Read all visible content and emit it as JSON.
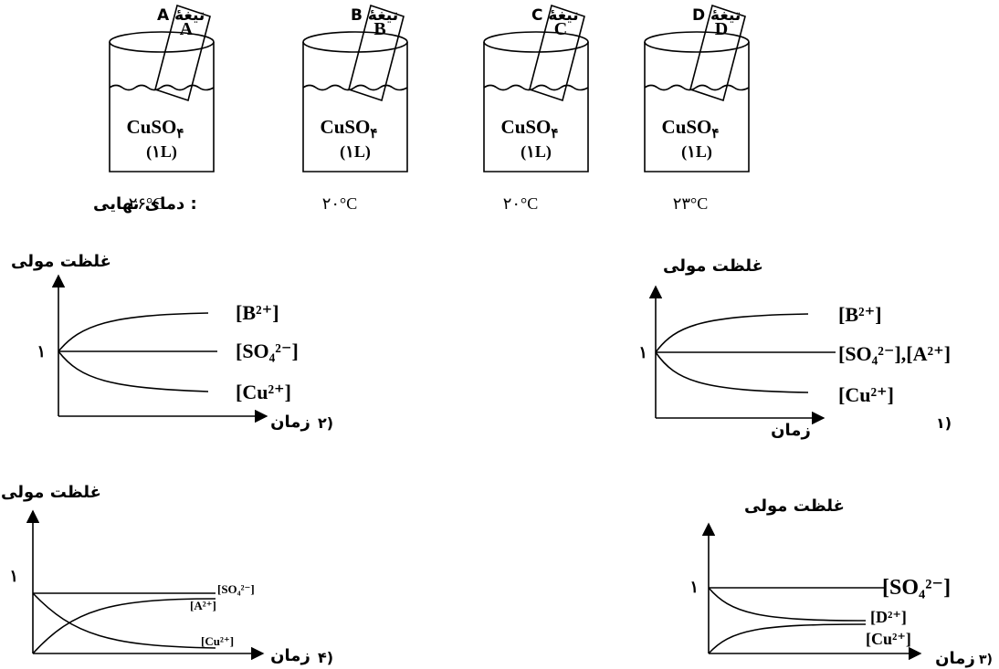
{
  "beakers": [
    {
      "blade_label": "تیغهٔ A",
      "blade_letter": "A",
      "solution": "CuSO",
      "sub": "۴",
      "volume": "(۱L)",
      "final_temp": "۲۶°C"
    },
    {
      "blade_label": "تیغهٔ B",
      "blade_letter": "B",
      "solution": "CuSO",
      "sub": "۴",
      "volume": "(۱L)",
      "final_temp": "۲۰°C"
    },
    {
      "blade_label": "تیغهٔ C",
      "blade_letter": "C",
      "solution": "CuSO",
      "sub": "۴",
      "volume": "(۱L)",
      "final_temp": "۲۰°C"
    },
    {
      "blade_label": "تیغهٔ D",
      "blade_letter": "D",
      "solution": "CuSO",
      "sub": "۴",
      "volume": "(۱L)",
      "final_temp": "۲۳°C"
    }
  ],
  "final_temp_label": ": دمای نهایی",
  "graphs": [
    {
      "number": "۱)",
      "y_label": "غلظت مولی",
      "x_label": "زمان",
      "y_tick": "۱",
      "curves": {
        "top": "[B²⁺]",
        "middle": "[SO₄²⁻],[A²⁺]",
        "bottom": "[Cu²⁺]"
      }
    },
    {
      "number": "۲)",
      "y_label": "غلظت مولی",
      "x_label": "زمان",
      "y_tick": "۱",
      "curves": {
        "top": "[B²⁺]",
        "middle": "[SO₄²⁻]",
        "bottom": "[Cu²⁺]"
      }
    },
    {
      "number": "۳)",
      "y_label": "غلظت مولی",
      "x_label": "زمان",
      "y_tick": "۱",
      "curves": {
        "top": "[SO₄²⁻]",
        "middle": "[D²⁺]",
        "bottom": "[Cu²⁺]"
      }
    },
    {
      "number": "۴)",
      "y_label": "غلظت مولی",
      "x_label": "زمان",
      "y_tick": "۱",
      "curves": {
        "top": "[SO₄²⁻]",
        "middle": "[A²⁺]",
        "bottom": "[Cu²⁺]"
      }
    }
  ]
}
